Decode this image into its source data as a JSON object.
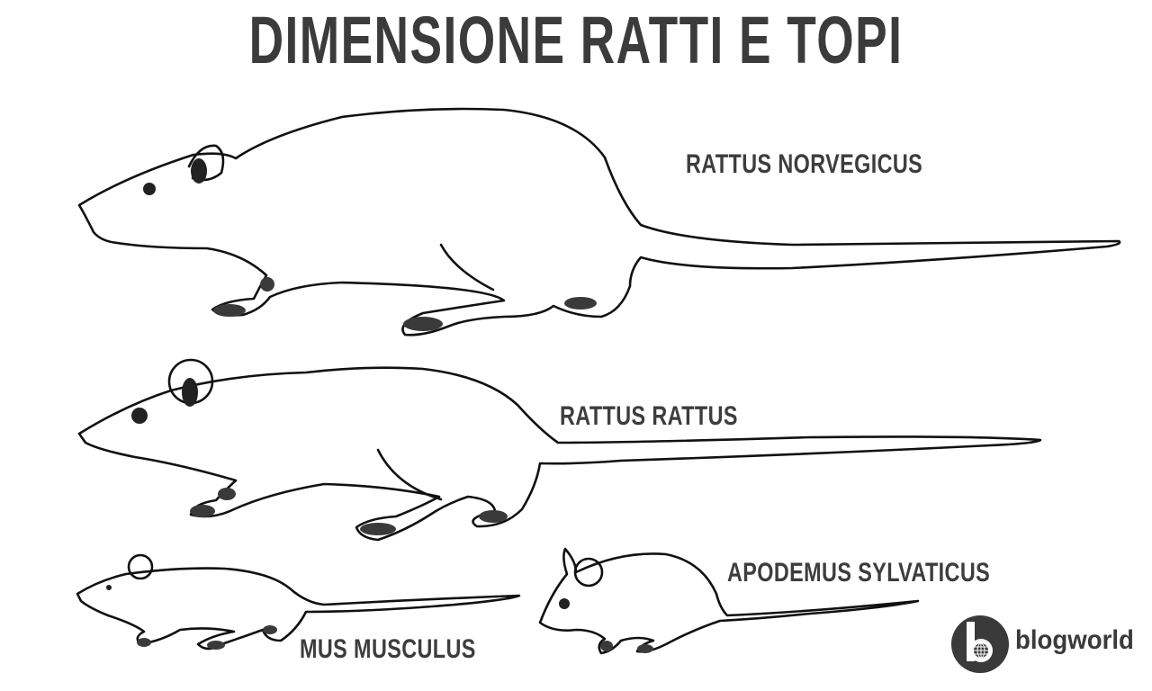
{
  "title": "DIMENSIONE RATTI E TOPI",
  "species": [
    {
      "id": "rattus-norvegicus",
      "label": "RATTUS NORVEGICUS",
      "relative_size": "largest"
    },
    {
      "id": "rattus-rattus",
      "label": "RATTUS RATTUS",
      "relative_size": "large"
    },
    {
      "id": "mus-musculus",
      "label": "MUS MUSCULUS",
      "relative_size": "small"
    },
    {
      "id": "apodemus-sylvaticus",
      "label": "APODEMUS SYLVATICUS",
      "relative_size": "small"
    }
  ],
  "logo": {
    "text": "blogworld",
    "icon": "globe-b-icon"
  },
  "colors": {
    "ink": "#1a1a1a",
    "text": "#3d3d3d",
    "background": "#ffffff",
    "paw": "#3a3a3a"
  }
}
